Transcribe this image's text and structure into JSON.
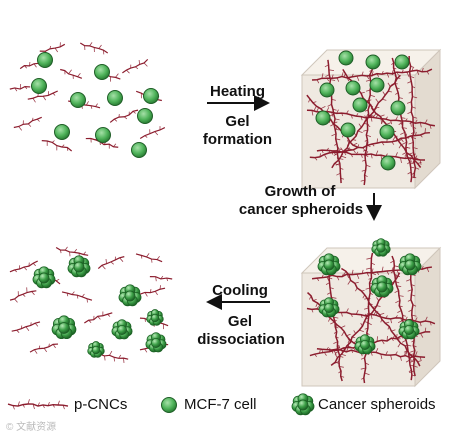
{
  "steps": {
    "heating": "Heating",
    "gel_formation_1": "Gel",
    "gel_formation_2": "formation",
    "growth_1": "Growth of",
    "growth_2": "cancer spheroids",
    "cooling": "Cooling",
    "gel_dissociation_1": "Gel",
    "gel_dissociation_2": "dissociation"
  },
  "legend": {
    "pcnc": "p-CNCs",
    "cell": "MCF-7 cell",
    "spheroid": "Cancer spheroids"
  },
  "watermark": "© 文献资源",
  "colors": {
    "fiber": "#8c1d2e",
    "cell_fill": "#4fb35a",
    "cell_edge": "#1f5e27",
    "spheroid_fill": "#3da048",
    "cube_face": "#efe9e1"
  }
}
